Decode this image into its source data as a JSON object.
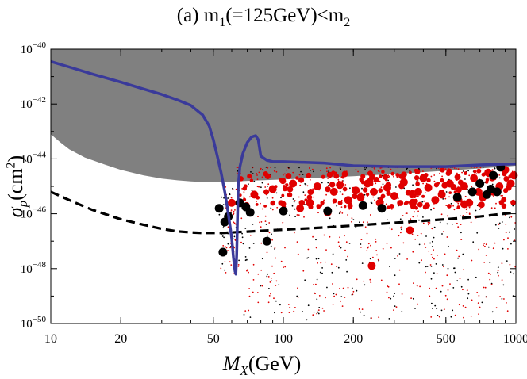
{
  "chart_data": {
    "type": "scatter",
    "title": "(a) m1(=125GeV)<m2",
    "title_parts": {
      "prefix": "(a) m",
      "sub1": "1",
      "mid": "(=125GeV)<m",
      "sub2": "2"
    },
    "xlabel": "M_X(GeV)",
    "xlabel_parts": {
      "var": "M",
      "sub": "X",
      "unit": "(GeV)"
    },
    "ylabel": "σ_p(cm^2)",
    "ylabel_parts": {
      "var": "σ",
      "sub": "p",
      "unit_open": "(cm",
      "sup": "2",
      "unit_close": ")"
    },
    "x_scale": "log",
    "y_scale": "log",
    "xlim": [
      10,
      1000
    ],
    "ylim": [
      1e-50,
      1e-40
    ],
    "x_ticks": [
      10,
      20,
      50,
      100,
      200,
      500,
      1000
    ],
    "x_tick_labels": [
      "10",
      "20",
      "50",
      "100",
      "200",
      "500",
      "1000"
    ],
    "y_ticks": [
      1e-50,
      1e-48,
      1e-46,
      1e-44,
      1e-42,
      1e-40
    ],
    "y_tick_labels": [
      {
        "base": "10",
        "exp": "−50"
      },
      {
        "base": "10",
        "exp": "−48"
      },
      {
        "base": "10",
        "exp": "−46"
      },
      {
        "base": "10",
        "exp": "−44"
      },
      {
        "base": "10",
        "exp": "−42"
      },
      {
        "base": "10",
        "exp": "−40"
      }
    ],
    "grid": false,
    "colors": {
      "excluded_region": "#808080",
      "blue_curve": "#3a3a9a",
      "dashed_curve": "#000000",
      "red_points": "#e00000",
      "black_points": "#000000"
    },
    "excluded_region_boundary": {
      "x": [
        10,
        11,
        12,
        14,
        17,
        20,
        25,
        30,
        35,
        40,
        45,
        50,
        55,
        60,
        70,
        80,
        100,
        150,
        200,
        300,
        500,
        700,
        1000
      ],
      "logy": [
        -43.1,
        -43.4,
        -43.65,
        -43.95,
        -44.2,
        -44.4,
        -44.6,
        -44.72,
        -44.78,
        -44.82,
        -44.84,
        -44.85,
        -44.85,
        -44.83,
        -44.8,
        -44.78,
        -44.75,
        -44.68,
        -44.63,
        -44.55,
        -44.43,
        -44.35,
        -44.25
      ]
    },
    "blue_curve": {
      "x": [
        10,
        12,
        15,
        20,
        25,
        30,
        35,
        40,
        45,
        48,
        50,
        52,
        54,
        56,
        58,
        60,
        61,
        62,
        62.5,
        63,
        63.5,
        64,
        65,
        67,
        70,
        73,
        76,
        78,
        80,
        85,
        90,
        100,
        150,
        200,
        300,
        500,
        700,
        1000
      ],
      "logy": [
        -40.45,
        -40.65,
        -40.9,
        -41.2,
        -41.45,
        -41.65,
        -41.85,
        -42.05,
        -42.4,
        -42.8,
        -43.3,
        -43.9,
        -44.5,
        -45.2,
        -46.0,
        -46.9,
        -47.6,
        -48.1,
        -48.2,
        -47.5,
        -46.2,
        -45.0,
        -44.3,
        -43.8,
        -43.4,
        -43.2,
        -43.15,
        -43.3,
        -43.9,
        -44.05,
        -44.1,
        -44.1,
        -44.15,
        -44.25,
        -44.28,
        -44.28,
        -44.22,
        -44.18
      ]
    },
    "dashed_curve": {
      "x": [
        10,
        12,
        15,
        20,
        25,
        30,
        35,
        40,
        45,
        50,
        55,
        60,
        70,
        80,
        100,
        150,
        200,
        300,
        500,
        700,
        1000
      ],
      "logy": [
        -45.2,
        -45.5,
        -45.85,
        -46.2,
        -46.4,
        -46.55,
        -46.64,
        -46.68,
        -46.7,
        -46.7,
        -46.7,
        -46.68,
        -46.65,
        -46.62,
        -46.58,
        -46.5,
        -46.43,
        -46.33,
        -46.2,
        -46.1,
        -45.95
      ]
    },
    "black_large_points": {
      "x": [
        53,
        55,
        56,
        58,
        65,
        69,
        72,
        85,
        100,
        155,
        220,
        265,
        560,
        650,
        700,
        750,
        780,
        800,
        830,
        860
      ],
      "logy": [
        -45.8,
        -47.4,
        -46.3,
        -46.1,
        -45.6,
        -45.75,
        -45.95,
        -47.0,
        -45.9,
        -45.9,
        -45.7,
        -45.8,
        -45.4,
        -45.2,
        -44.9,
        -45.3,
        -45.1,
        -44.6,
        -45.2,
        -44.3
      ]
    },
    "red_large_points": {
      "x": [
        60,
        75,
        90,
        110,
        118,
        130,
        140,
        155,
        165,
        175,
        190,
        205,
        215,
        230,
        245,
        260,
        280,
        300,
        330,
        360,
        380,
        400,
        420,
        450,
        480,
        520,
        560,
        600,
        630,
        660,
        690,
        720,
        760,
        800,
        850,
        900,
        950,
        980,
        240,
        350,
        600
      ],
      "logy": [
        -45.6,
        -45.3,
        -45.1,
        -44.9,
        -45.8,
        -45.6,
        -45.0,
        -45.95,
        -45.2,
        -44.95,
        -45.5,
        -45.15,
        -45.4,
        -44.9,
        -45.2,
        -45.6,
        -45.05,
        -45.35,
        -44.85,
        -45.6,
        -45.2,
        -44.7,
        -45.05,
        -45.5,
        -45.3,
        -44.9,
        -45.45,
        -45.0,
        -45.6,
        -44.7,
        -45.2,
        -45.4,
        -44.5,
        -45.2,
        -45.0,
        -44.4,
        -44.9,
        -44.6,
        -47.9,
        -46.6,
        -45.65
      ]
    }
  }
}
